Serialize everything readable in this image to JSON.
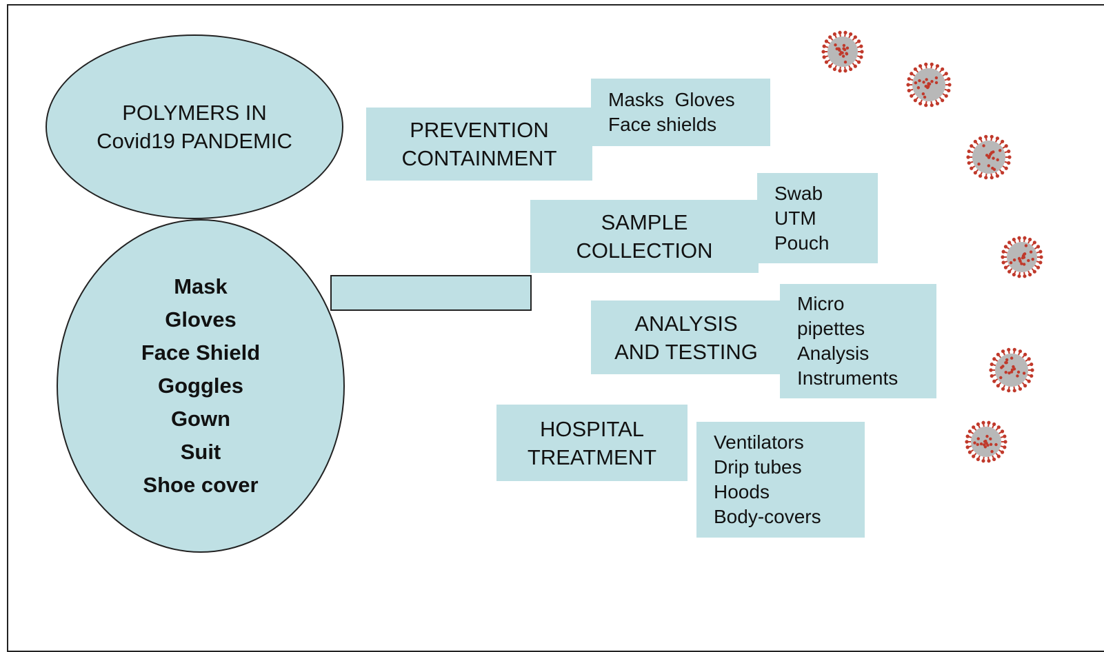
{
  "diagram": {
    "top_ellipse_lines": [
      "POLYMERS IN",
      "Covid19 PANDEMIC"
    ],
    "ppe_items": [
      "Mask",
      "Gloves",
      "Face Shield",
      "Goggles",
      "Gown",
      "Suit",
      "Shoe cover"
    ],
    "categories": [
      {
        "id": "prevention",
        "label_lines": [
          "PREVENTION",
          "CONTAINMENT"
        ],
        "detail_lines": [
          "Masks  Gloves",
          "Face shields"
        ]
      },
      {
        "id": "sample",
        "label_lines": [
          "SAMPLE",
          "COLLECTION"
        ],
        "detail_lines": [
          "Swab",
          "UTM",
          "Pouch"
        ]
      },
      {
        "id": "analysis",
        "label_lines": [
          "ANALYSIS",
          "AND TESTING"
        ],
        "detail_lines": [
          "Micro",
          "pipettes",
          "Analysis",
          "Instruments"
        ]
      },
      {
        "id": "hospital",
        "label_lines": [
          "HOSPITAL",
          "TREATMENT"
        ],
        "detail_lines": [
          "Ventilators",
          "Drip tubes",
          "Hoods",
          "Body-covers"
        ]
      }
    ],
    "colors": {
      "fill": "#bfe0e4",
      "outline": "#222222",
      "virus_body": "#b8b8b8",
      "virus_spike": "#c0392b"
    },
    "virus_icon": "coronavirus-icon"
  }
}
